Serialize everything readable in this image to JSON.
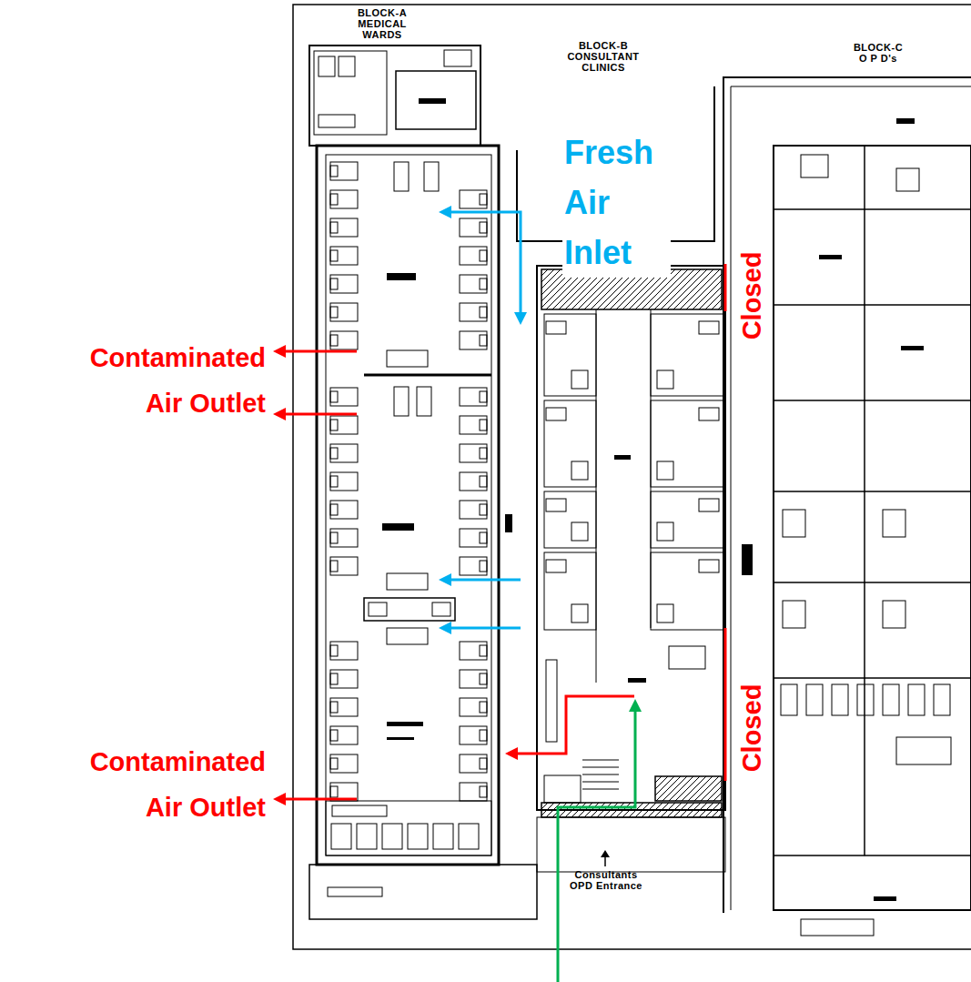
{
  "diagram": {
    "labels": [
      "BLOCK-A MEDICAL WARDS",
      "BLOCK-B CONSULTANT CLINICS",
      "BLOCK-C O P D's",
      "Fresh Air Inlet",
      "Contaminated Air Outlet",
      "Contaminated Air Outlet",
      "Closed",
      "Closed",
      "Consultants OPD Entrance"
    ]
  }
}
